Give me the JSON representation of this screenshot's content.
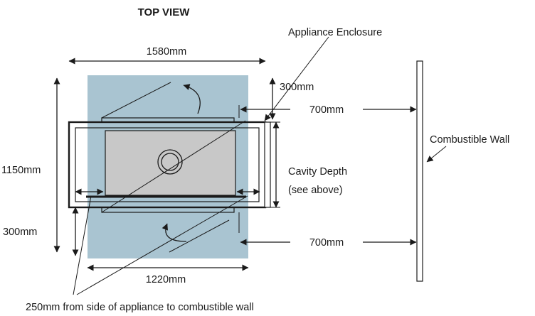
{
  "title": "TOP VIEW",
  "labels": {
    "appliance_enclosure": "Appliance Enclosure",
    "combustible_wall": "Combustible Wall",
    "cavity_depth": "Cavity Depth",
    "see_above": "(see above)",
    "width_top": "1580mm",
    "width_bottom": "1220mm",
    "height_left": "1150mm",
    "clearance_top": "300mm",
    "clearance_bottom": "300mm",
    "wall_distance_top": "700mm",
    "wall_distance_bottom": "700mm",
    "side_note": "250mm from side of appliance to combustible wall"
  },
  "colors": {
    "hearth_fill": "#a9c4d1",
    "firebox_fill": "#c8c8c8",
    "line": "#1a1a1a",
    "background": "#ffffff"
  }
}
